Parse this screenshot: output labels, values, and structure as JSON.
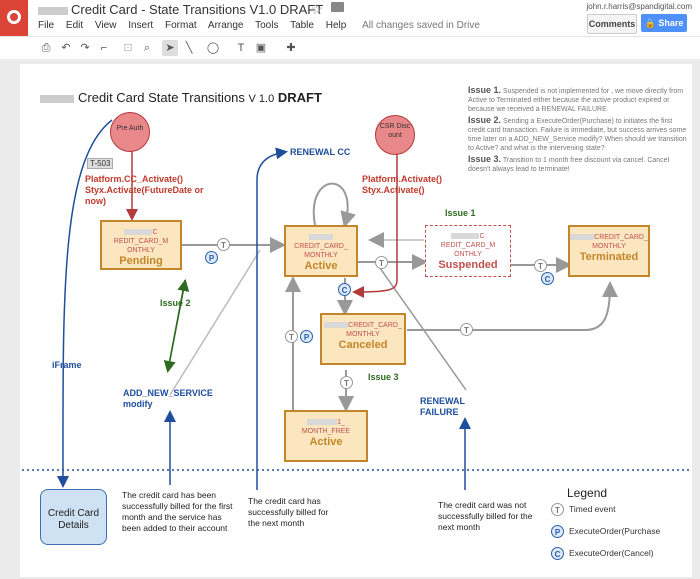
{
  "app": {
    "title": "Credit Card - State Transitions V1.0 DRAFT",
    "menus": [
      "File",
      "Edit",
      "View",
      "Insert",
      "Format",
      "Arrange",
      "Tools",
      "Table",
      "Help"
    ],
    "save_status": "All changes saved in Drive",
    "user_email": "john.r.harris@spandigital.com",
    "comments_label": "Comments",
    "share_label": "Share",
    "accent_color": "#4d90fe",
    "brand_color": "#db4437"
  },
  "diagram": {
    "title_main": "Credit Card State Transitions",
    "title_version": "V 1.0",
    "title_status": "DRAFT",
    "preauth": "Pre Auth",
    "csr_discount": "CSR Disc ount",
    "ticket": "T-503",
    "code_left": "Platform.CC_Activate() Styx.Activate(FutureDate or now)",
    "code_right": "Platform.Activate() Styx.Activate()",
    "renewal_cc": "RENEWAL CC",
    "issue1": "Issue 1",
    "issue2": "Issue 2",
    "issue3": "Issue 3",
    "add_new_service": "ADD_NEW_SERVICE modify",
    "iframe": "iFrame",
    "renewal_failure": "RENEWAL FAILURE",
    "states": {
      "pending": {
        "sub": "C REDIT_CARD_M ONTHLY",
        "name": "Pending"
      },
      "active": {
        "sub": "CREDIT_CARD_ MONTHLY",
        "name": "Active"
      },
      "suspended": {
        "sub": "C REDIT_CARD_M ONTHLY",
        "name": "Suspended"
      },
      "terminated": {
        "sub": "CREDIT_CARD_ MONTHLY",
        "name": "Terminated"
      },
      "canceled": {
        "sub": "CREDIT_CARD_ MONTHLY",
        "name": "Canceled"
      },
      "active_free": {
        "sub": "1_ MONTH_FREE",
        "name": "Active"
      }
    },
    "credit_card_details": "Credit Card Details",
    "notes": {
      "first_month": "The credit card has been successfully billed for the first month and the service has been added to their account",
      "next_month": "The credit card has successfully billed for the next month",
      "not_billed": "The credit card was not successfully billed for the next month"
    },
    "issues_panel": [
      {
        "label": "Issue 1.",
        "text": "Suspended is not implemented for , we move directly from Active to Terminated either because the active product expired or because we received a RENEWAL FAILURE"
      },
      {
        "label": "Issue 2.",
        "text": "Sending a ExecuteOrder(Purchase) to initiates the first credit card transaction. Failure is immediate, but success arrives some time later on a ADD_NEW_Service modify? When should we transition to Active? and what is the intervening state?"
      },
      {
        "label": "Issue 3.",
        "text": "Transition to 1 month free discount via cancel. Cancel doesn't always lead to terminate!"
      }
    ],
    "legend": {
      "title": "Legend",
      "items": [
        {
          "badge": "T",
          "text": "Timed event"
        },
        {
          "badge": "P",
          "text": "ExecuteOrder(Purchase"
        },
        {
          "badge": "C",
          "text": "ExecuteOrder(Cancel)"
        }
      ]
    },
    "badges": {
      "t": "T",
      "p": "P",
      "c": "C"
    }
  }
}
